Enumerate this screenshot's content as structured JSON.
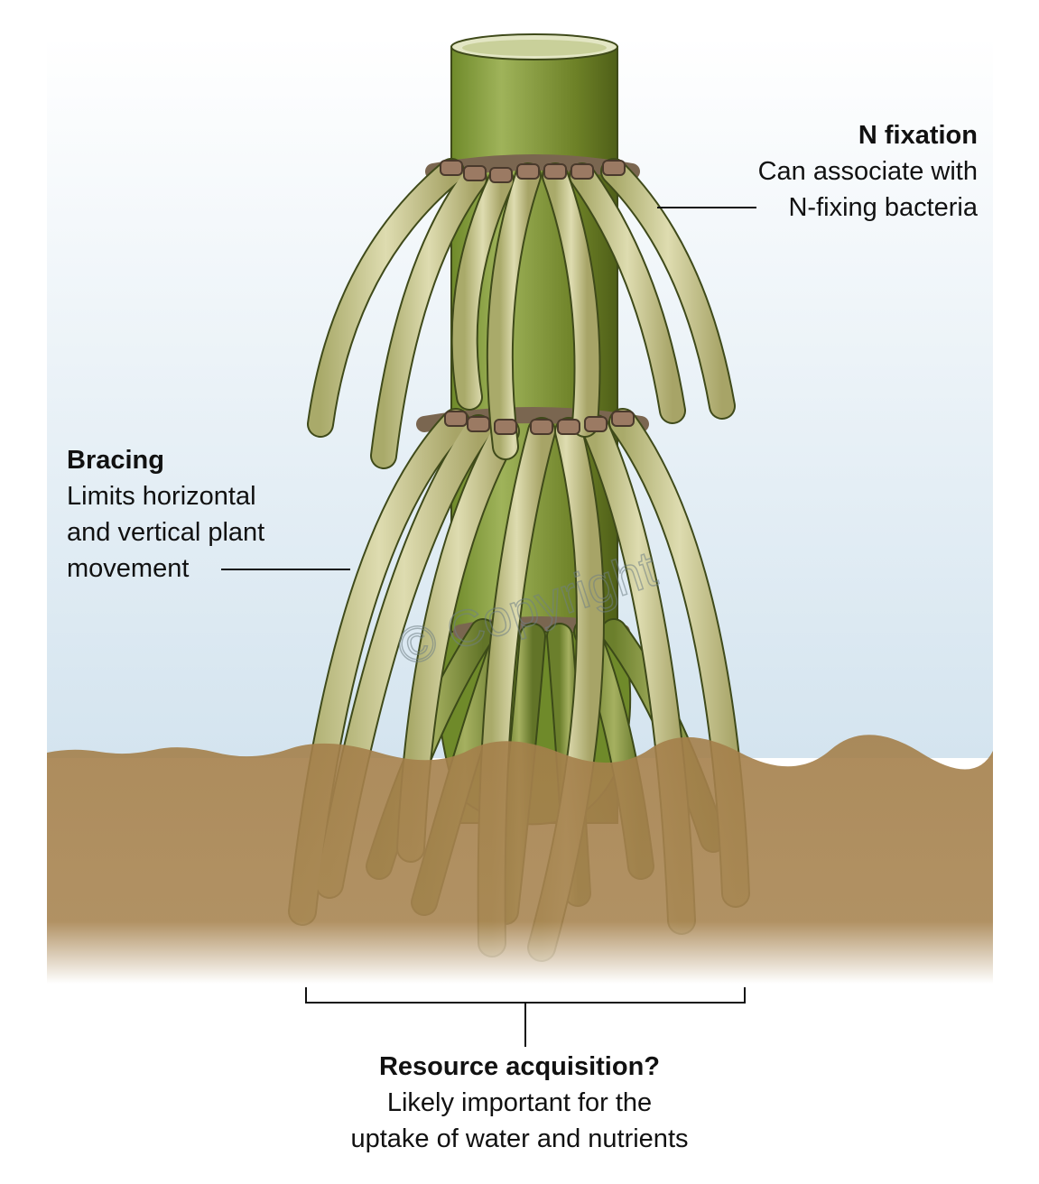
{
  "labels": {
    "n_fixation": {
      "title": "N fixation",
      "lines": [
        "Can associate with",
        "N-fixing bacteria"
      ]
    },
    "bracing": {
      "title": "Bracing",
      "lines": [
        "Limits horizontal",
        "and vertical plant",
        "movement"
      ]
    },
    "resource": {
      "title": "Resource acquisition?",
      "lines": [
        "Likely important for the",
        "uptake of water and nutrients"
      ]
    }
  },
  "watermark": "© Copyright",
  "colors": {
    "sky_top": "#ffffff",
    "sky_bottom": "#d4e4ef",
    "soil": "#a3804e",
    "stem": "#7e9336",
    "root": "#c8c692",
    "root_tip_collar": "#9b7a63"
  }
}
